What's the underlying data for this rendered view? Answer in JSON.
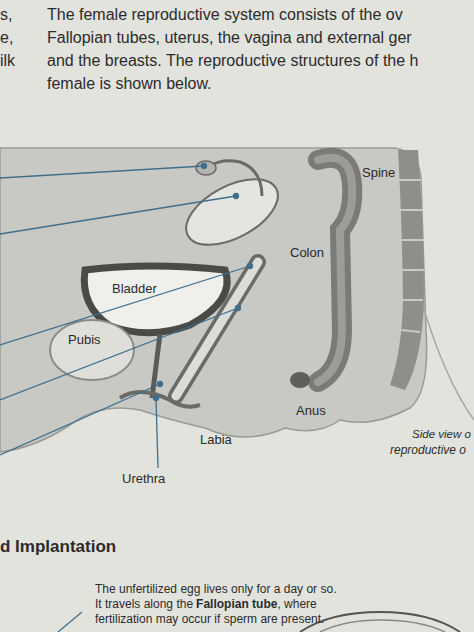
{
  "diagram": {
    "labels": [
      "s,",
      "e,",
      "ilk",
      "The female reproductive system consists of the ov",
      "Fallopian tubes, uterus, the vagina and external ger",
      "and the breasts. The reproductive structures of the h",
      "female is shown below.",
      "Spine",
      "Colon",
      "Bladder",
      "Pubis",
      "Anus",
      "Labia",
      "Urethra",
      "Side view o",
      "reproductive o",
      "d Implantation",
      "The unfertilized egg lives only for a day or so.",
      "It travels along the",
      "Fallopian tube",
      ", where",
      "fertilization may occur if sperm are present."
    ]
  }
}
